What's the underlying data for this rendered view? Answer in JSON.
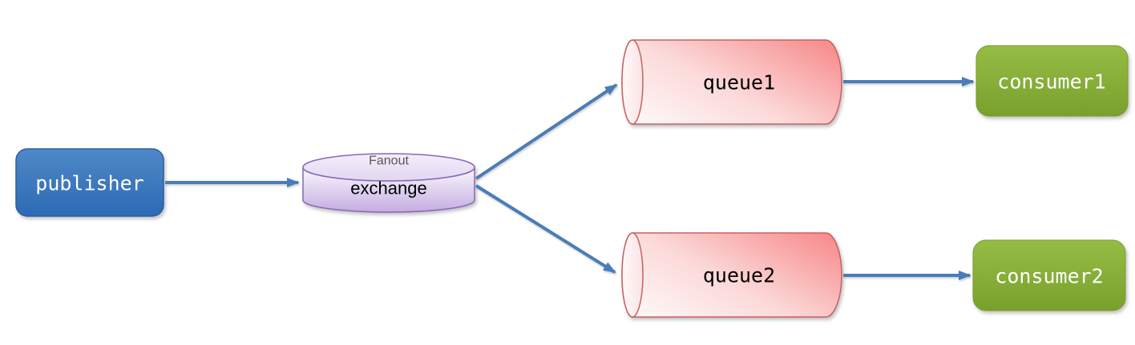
{
  "diagram": {
    "description": "Fanout exchange message flow diagram",
    "nodes": {
      "publisher": {
        "label": "publisher",
        "shape": "rounded-rectangle",
        "fill": "#3a76bc",
        "text_color": "#ffffff"
      },
      "exchange": {
        "label": "exchange",
        "type_label": "Fanout",
        "shape": "cylinder",
        "fill": "#cdb7e6",
        "border": "#8b69b6",
        "text_color": "#000000",
        "type_label_color": "#595959"
      },
      "queue1": {
        "label": "queue1",
        "shape": "horizontal-cylinder",
        "fill": "#f79494",
        "border": "#ca6161",
        "text_color": "#000000"
      },
      "queue2": {
        "label": "queue2",
        "shape": "horizontal-cylinder",
        "fill": "#f79494",
        "border": "#ca6161",
        "text_color": "#000000"
      },
      "consumer1": {
        "label": "consumer1",
        "shape": "rounded-rectangle",
        "fill": "#85ad37",
        "text_color": "#ffffff"
      },
      "consumer2": {
        "label": "consumer2",
        "shape": "rounded-rectangle",
        "fill": "#85ad37",
        "text_color": "#ffffff"
      }
    },
    "edges": [
      {
        "from": "publisher",
        "to": "exchange"
      },
      {
        "from": "exchange",
        "to": "queue1"
      },
      {
        "from": "exchange",
        "to": "queue2"
      },
      {
        "from": "queue1",
        "to": "consumer1"
      },
      {
        "from": "queue2",
        "to": "consumer2"
      }
    ],
    "colors": {
      "arrow": "#4a7cba",
      "background": "#ffffff"
    }
  }
}
